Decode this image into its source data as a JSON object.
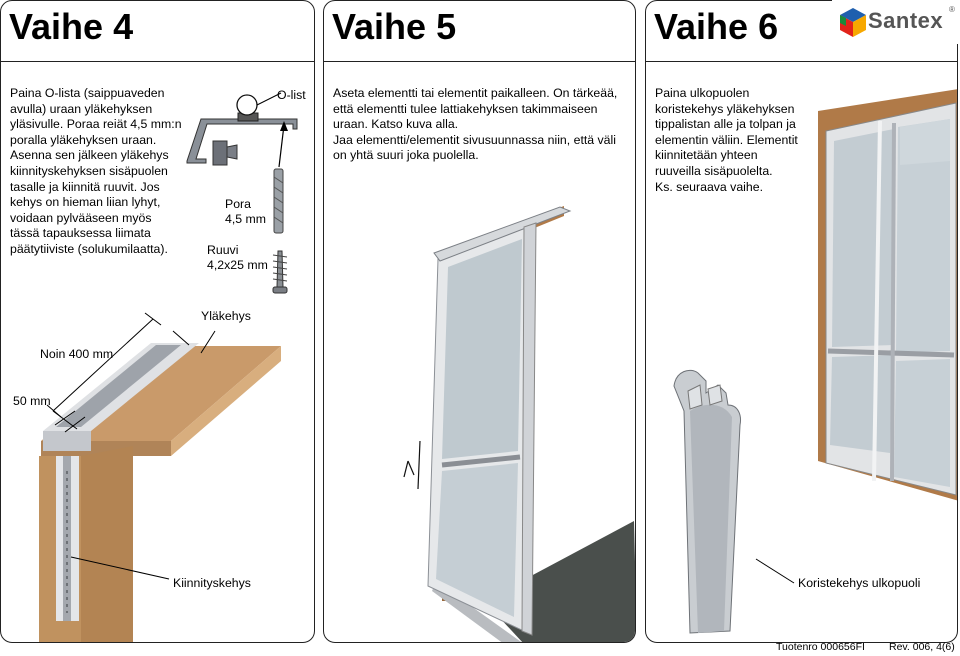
{
  "steps": [
    {
      "title": "Vaihe 4",
      "text_lines": [
        "Paina O-lista (saippuaveden",
        "avulla) uraan yläkehyksen",
        "yläsivulle. Poraa reiät 4,5 mm:n",
        "poralla yläkehyksen uraan.",
        "Asenna sen jälkeen yläkehys",
        "kiinnityskehyksen sisäpuolen",
        "tasalle ja kiinnitä ruuvit. Jos",
        "kehys on hieman liian lyhyt,",
        "voidaan pylvääseen myös",
        "tässä tapauksessa liimata",
        "päätytiiviste (solukumilaatta)."
      ],
      "labels": {
        "o_list": "O-list",
        "drill_name": "Pora",
        "drill_size": "4,5 mm",
        "screw_name": "Ruuvi",
        "screw_size": "4,2x25 mm",
        "top_frame": "Yläkehys",
        "distance": "Noin 400 mm",
        "offset": "50 mm",
        "fixing_frame": "Kiinnityskehys"
      }
    },
    {
      "title": "Vaihe 5",
      "text_lines": [
        "Aseta elementti tai elementit paikalleen. On tärkeää,",
        "että elementti tulee lattiakehyksen takimmaiseen",
        "uraan. Katso kuva alla.",
        "Jaa elementti/elementit sivusuunnassa niin, että väli",
        "on yhtä suuri joka puolella."
      ]
    },
    {
      "title": "Vaihe 6",
      "text_lines": [
        "Paina ulkopuolen",
        "koristekehys yläkehyksen",
        "tippalistan alle ja tolpan ja",
        "elementin väliin. Elementit",
        "kiinnitetään yhteen",
        "ruuveilla sisäpuolelta.",
        "Ks. seuraava vaihe."
      ],
      "labels": {
        "decor_frame": "Koristekehys ulkopuoli"
      }
    }
  ],
  "brand": {
    "name": "Santex",
    "registered": "®",
    "colors": [
      "#e2231a",
      "#f7a800",
      "#1a8a3a",
      "#1f5fae"
    ]
  },
  "footer": {
    "product_no": "Tuotenro 000656FI",
    "revision": "Rev. 006, 4(6)"
  }
}
